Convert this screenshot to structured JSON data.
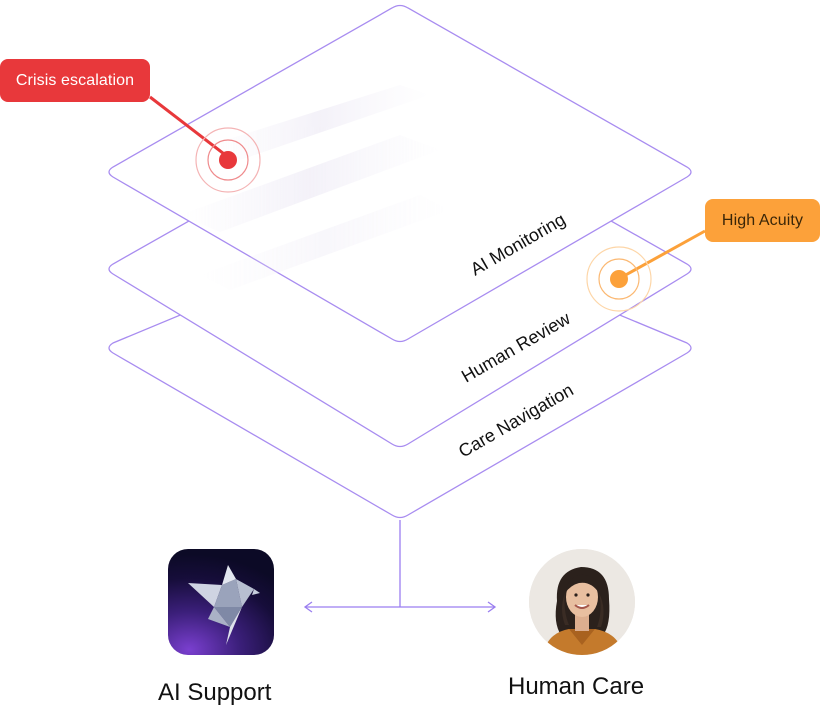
{
  "layers": [
    {
      "label": "AI Monitoring"
    },
    {
      "label": "Human Review"
    },
    {
      "label": "Care Navigation"
    }
  ],
  "callouts": {
    "crisis": {
      "label": "Crisis escalation",
      "color": "#e8383b"
    },
    "acuity": {
      "label": "High Acuity",
      "color": "#fca13a"
    }
  },
  "bottom": {
    "ai_label": "AI Support",
    "human_label": "Human Care"
  },
  "colors": {
    "layer_stroke": "#a88cf0",
    "connector": "#9a7ef0"
  },
  "icons": {
    "ai_logo": "origami-bird-icon",
    "human_photo": "person-avatar"
  }
}
